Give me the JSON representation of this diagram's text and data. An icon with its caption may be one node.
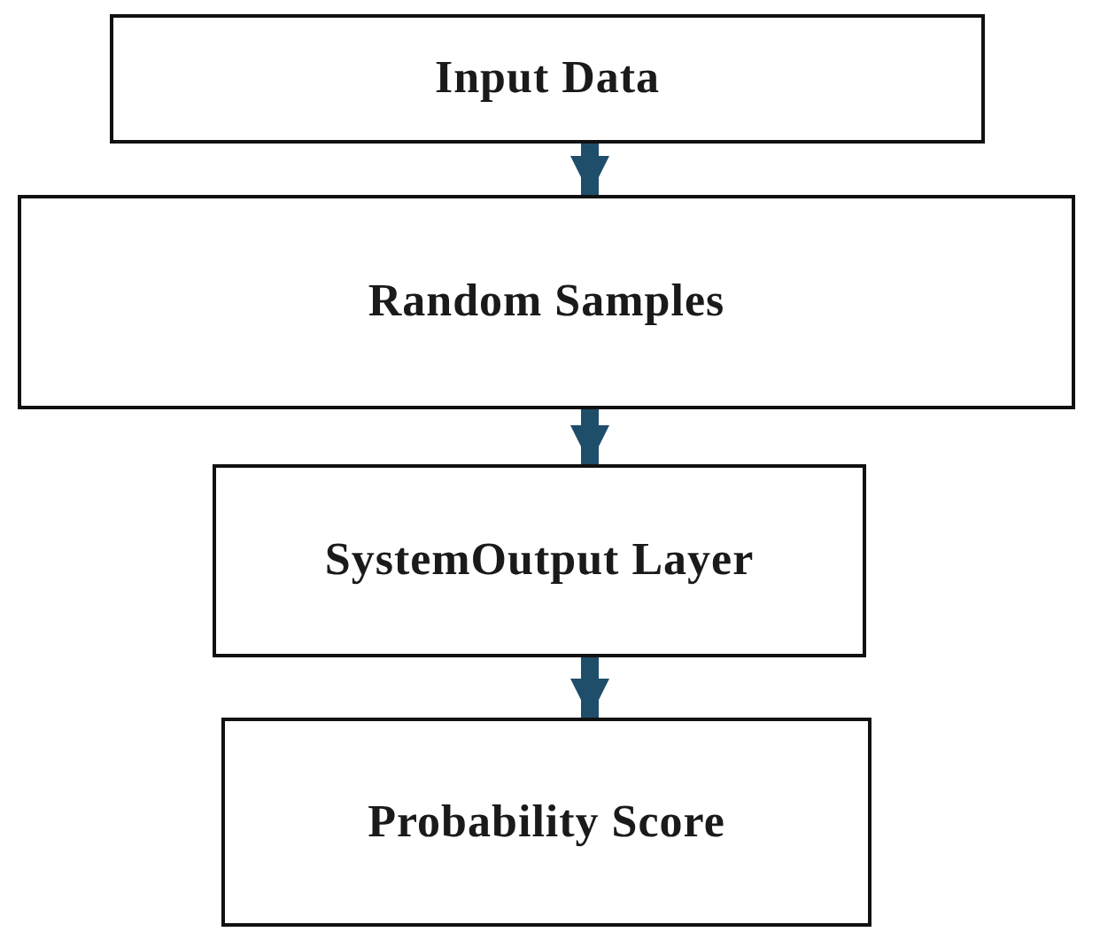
{
  "diagram": {
    "nodes": [
      {
        "text": [
          "Input Data"
        ]
      },
      {
        "text": [
          "Random Samples"
        ]
      },
      {
        "text": [
          "SystemOutput Layer"
        ]
      },
      {
        "text": [
          "Probability Score"
        ]
      }
    ],
    "edges": [
      {
        "from": 0,
        "to": 1,
        "arrow": "to"
      },
      {
        "from": 1,
        "to": 2,
        "arrow": "to"
      },
      {
        "from": 2,
        "to": 3,
        "arrow": "to"
      }
    ]
  }
}
